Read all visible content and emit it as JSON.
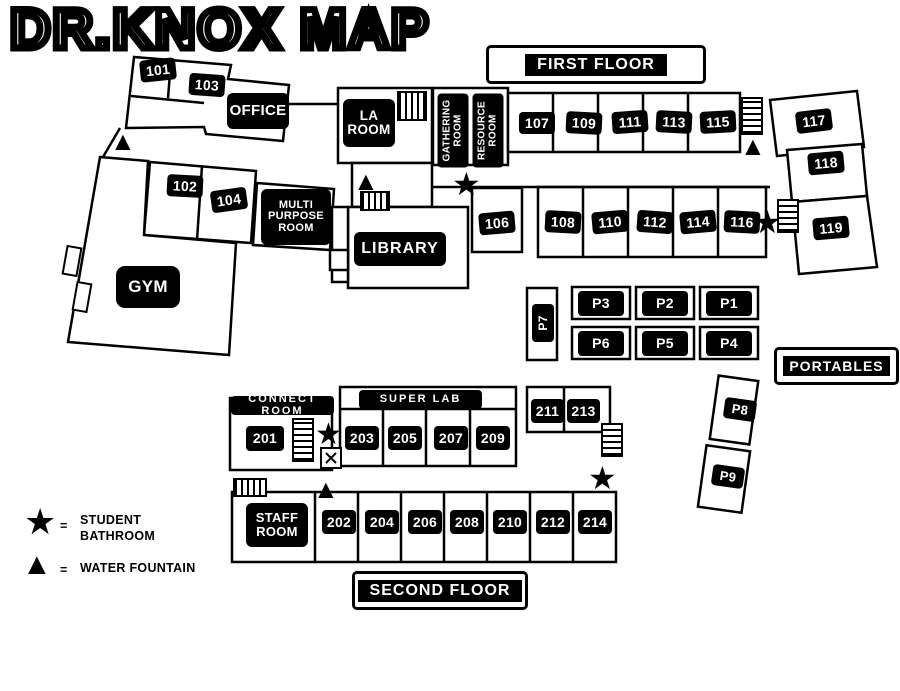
{
  "title": "DR.KNOX MAP",
  "banners": {
    "first_floor": "FIRST FLOOR",
    "second_floor": "SECOND FLOOR",
    "portables": "PORTABLES"
  },
  "legend": {
    "equals": "=",
    "student_bathroom": "STUDENT BATHROOM",
    "water_fountain": "WATER FOUNTAIN"
  },
  "symbols": {
    "star": "★",
    "triangle": "▲"
  },
  "rooms": {
    "office": "OFFICE",
    "gym": "GYM",
    "library": "LIBRARY",
    "la_room": "LA ROOM",
    "gathering_room": "GATHERING ROOM",
    "resource_room": "RESOURCE ROOM",
    "multi_purpose_room": "MULTI PURPOSE ROOM",
    "connect_room": "CONNECT ROOM",
    "super_lab": "SUPER LAB",
    "staff_room": "STAFF ROOM",
    "r101": "101",
    "r102": "102",
    "r103": "103",
    "r104": "104",
    "r106": "106",
    "r107": "107",
    "r108": "108",
    "r109": "109",
    "r110": "110",
    "r111": "111",
    "r112": "112",
    "r113": "113",
    "r114": "114",
    "r115": "115",
    "r116": "116",
    "r117": "117",
    "r118": "118",
    "r119": "119",
    "r201": "201",
    "r202": "202",
    "r203": "203",
    "r204": "204",
    "r205": "205",
    "r206": "206",
    "r207": "207",
    "r208": "208",
    "r209": "209",
    "r210": "210",
    "r211": "211",
    "r212": "212",
    "r213": "213",
    "r214": "214",
    "p1": "P1",
    "p2": "P2",
    "p3": "P3",
    "p4": "P4",
    "p5": "P5",
    "p6": "P6",
    "p7": "P7",
    "p8": "P8",
    "p9": "P9"
  },
  "colors": {
    "wall": "#000000",
    "background": "#ffffff",
    "label_bg": "#000000",
    "label_text": "#ffffff"
  }
}
